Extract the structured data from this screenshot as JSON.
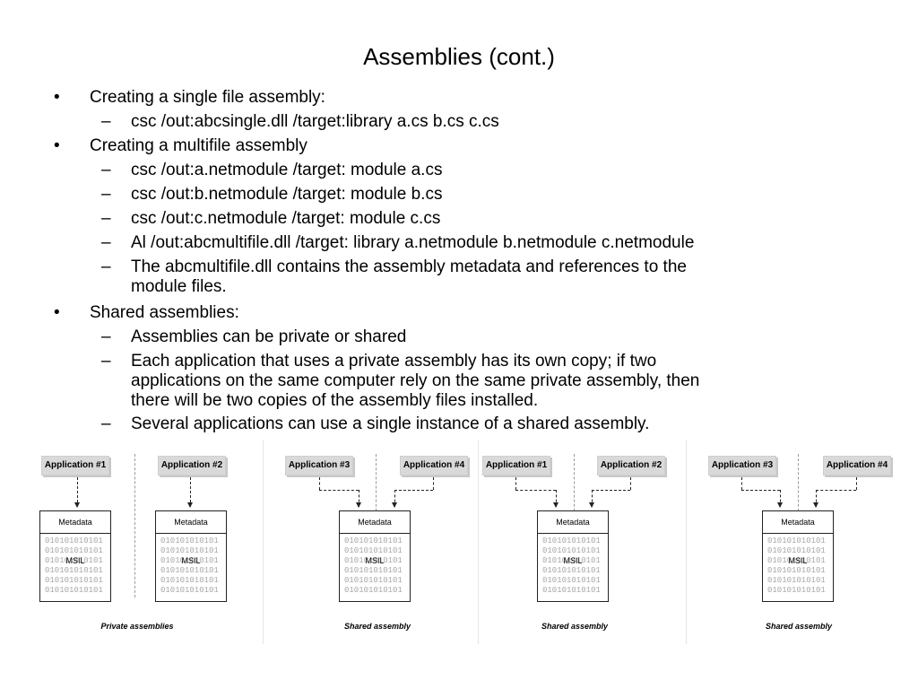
{
  "slide": {
    "title": "Assemblies (cont.)",
    "bullets": [
      {
        "level": 1,
        "marker": "•",
        "text": "Creating a single file assembly:"
      },
      {
        "level": 2,
        "marker": "–",
        "text": "csc /out:abcsingle.dll /target:library a.cs b.cs c.cs"
      },
      {
        "level": 1,
        "marker": "•",
        "text": "Creating a multifile assembly"
      },
      {
        "level": 2,
        "marker": "–",
        "text": "csc /out:a.netmodule /target: module a.cs"
      },
      {
        "level": 2,
        "marker": "–",
        "text": "csc /out:b.netmodule /target: module b.cs"
      },
      {
        "level": 2,
        "marker": "–",
        "text": "csc /out:c.netmodule /target: module c.cs"
      },
      {
        "level": 2,
        "marker": "–",
        "text": "Al /out:abcmultifile.dll /target: library a.netmodule b.netmodule c.netmodule"
      },
      {
        "level": 2,
        "marker": "–",
        "text": "The abcmultifile.dll contains the assembly metadata and references to the\nmodule files."
      },
      {
        "level": 1,
        "marker": "•",
        "text": "Shared assemblies:"
      },
      {
        "level": 2,
        "marker": "–",
        "text": "Assemblies can be private or shared"
      },
      {
        "level": 2,
        "marker": "–",
        "text": "Each application that uses a private assembly has its own copy; if two\napplications on the same computer rely on the same private assembly, then\nthere will be two copies of the assembly files installed."
      },
      {
        "level": 2,
        "marker": "–",
        "text": "Several applications can use a single instance of a shared assembly."
      }
    ]
  },
  "diagrams": {
    "metadata_label": "Metadata",
    "msil_label": "MSIL",
    "binary_line": "010101010101",
    "panels": [
      {
        "apps": [
          "Application #1",
          "Application #2"
        ],
        "caption": "Private assemblies"
      },
      {
        "apps": [
          "Application #3",
          "Application #4"
        ],
        "caption": "Shared assembly"
      },
      {
        "apps": [
          "Application #1",
          "Application #2"
        ],
        "caption": "Shared assembly"
      },
      {
        "apps": [
          "Application #3",
          "Application #4"
        ],
        "caption": "Shared assembly"
      }
    ]
  }
}
